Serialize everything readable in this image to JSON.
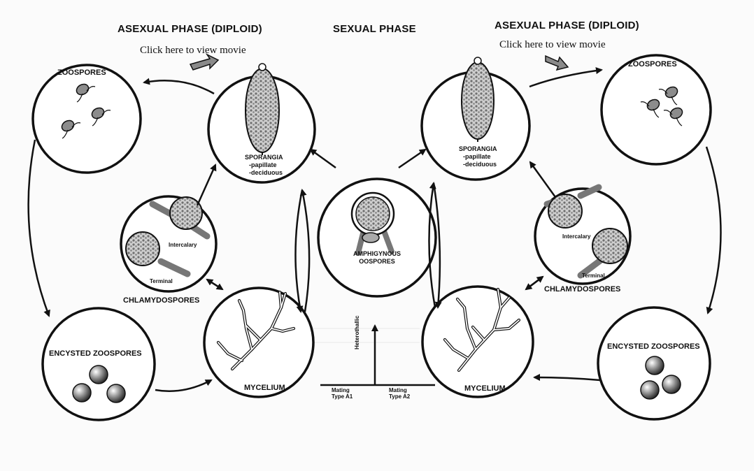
{
  "phases": {
    "left": "ASEXUAL PHASE (DIPLOID)",
    "center": "SEXUAL PHASE",
    "right": "ASEXUAL PHASE (DIPLOID)"
  },
  "movie_links": {
    "left": "Click here to view movie",
    "right": "Click here to view movie"
  },
  "stages": {
    "zoospores_left": "ZOOSPORES",
    "zoospores_right": "ZOOSPORES",
    "sporangia_left": {
      "title": "SPORANGIA",
      "line1": "-papillate",
      "line2": "-deciduous"
    },
    "sporangia_right": {
      "title": "SPORANGIA",
      "line1": "-papillate",
      "line2": "-deciduous"
    },
    "chlamydo_left": {
      "title": "CHLAMYDOSPORES",
      "intercalary": "Intercalary",
      "terminal": "Terminal"
    },
    "chlamydo_right": {
      "title": "CHLAMYDOSPORES",
      "intercalary": "Intercalary",
      "terminal": "Terminal"
    },
    "oospores": {
      "line1": "AMPHIGYNOUS",
      "line2": "OOSPORES"
    },
    "mycelium_left": "MYCELIUM",
    "mycelium_right": "MYCELIUM",
    "encysted_left": "ENCYSTED ZOOSPORES",
    "encysted_right": "ENCYSTED ZOOSPORES"
  },
  "mating": {
    "a1": {
      "line1": "Mating",
      "line2": "Type A1"
    },
    "a2": {
      "line1": "Mating",
      "line2": "Type A2"
    },
    "heterothallic": "Heterothallic"
  },
  "colors": {
    "ink": "#111111",
    "background": "#fbfbfb",
    "spore_fill": "#bdbdbd",
    "arrow_fill": "#8a8a8a"
  }
}
